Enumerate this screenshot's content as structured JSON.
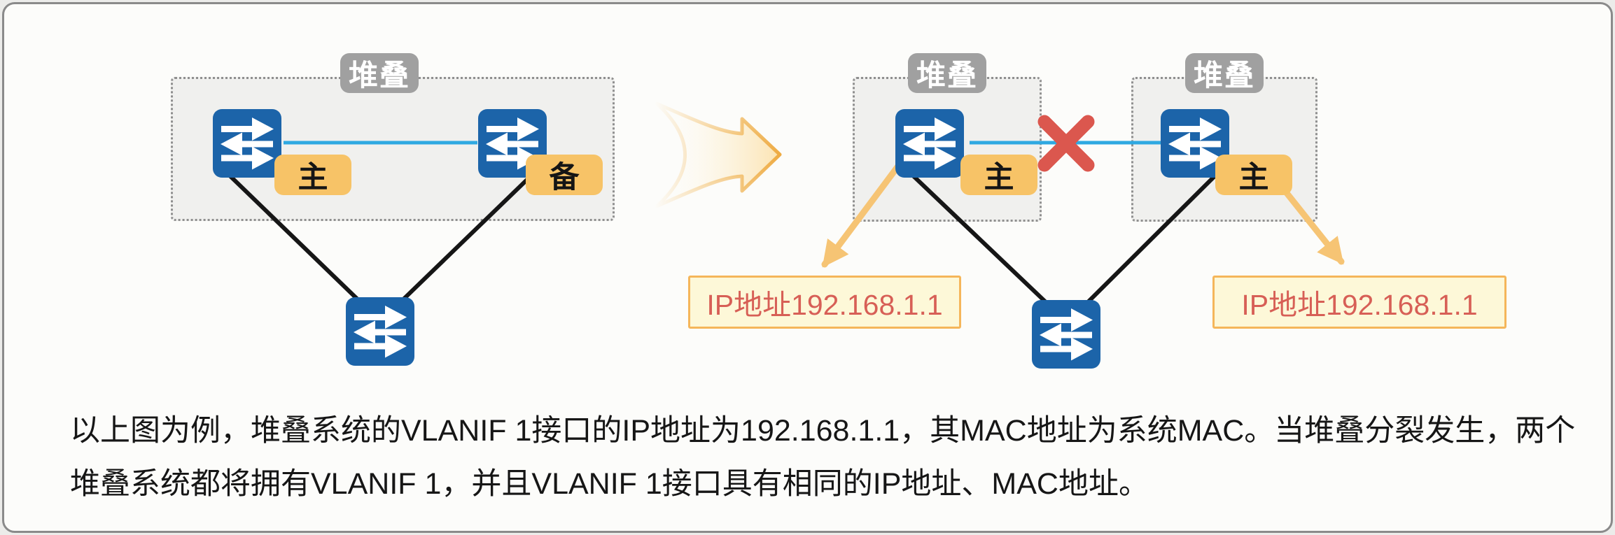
{
  "left_diagram": {
    "stack_badge": "堆叠",
    "master_badge": "主",
    "standby_badge": "备"
  },
  "right_diagram": {
    "stack1_badge": "堆叠",
    "stack2_badge": "堆叠",
    "master1_badge": "主",
    "master2_badge": "主",
    "ip_box_left": "IP地址192.168.1.1",
    "ip_box_right": "IP地址192.168.1.1"
  },
  "caption": {
    "line1": "以上图为例，堆叠系统的VLANIF 1接口的IP地址为192.168.1.1，其MAC地址为系统MAC。当堆叠分裂发生，两个",
    "line2": "堆叠系统都将拥有VLANIF 1，并且VLANIF 1接口具有相同的IP地址、MAC地址。"
  },
  "icons": {
    "switch": "ethernet-switch",
    "broken_link": "✖",
    "transition": "➤"
  },
  "colors": {
    "switch_blue": "#1c64a9",
    "stack_badge_gray": "#a0a0a0",
    "role_badge_yellow": "#f7c367",
    "stack_link_blue": "#2fa9e1",
    "downlink_black": "#161616",
    "broken_x_red": "#db574e",
    "pointer_arrow_yellow": "#f6c474",
    "ip_box_bg": "#fdf8d8",
    "ip_box_border": "#f5b65a",
    "ip_text_red": "#d75f56"
  }
}
